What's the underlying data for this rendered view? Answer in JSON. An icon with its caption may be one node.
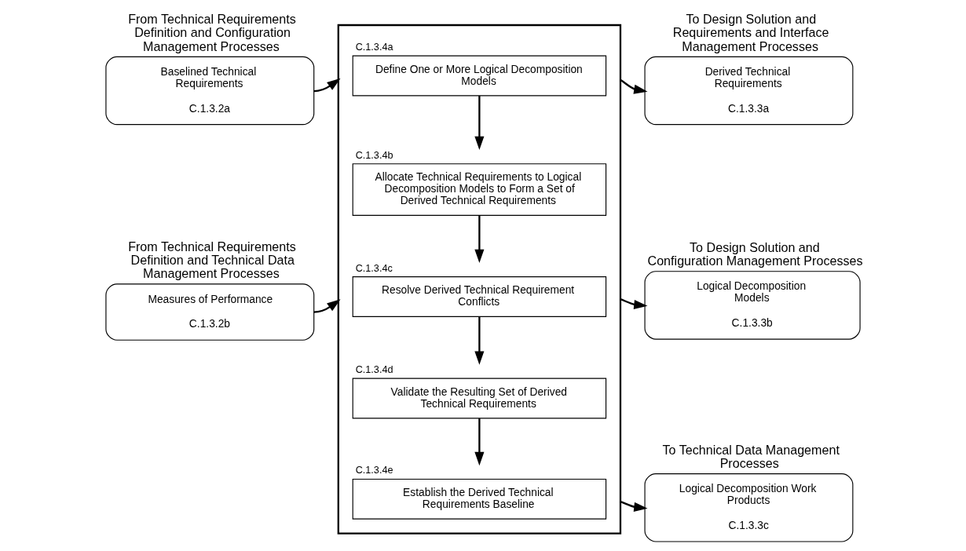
{
  "diagram": {
    "nodes": [
      {
        "text": [
          "From Technical Requirements Definition and Configuration Management Processes",
          "Baselined Technical Requirements",
          "C.1.3.2a"
        ]
      },
      {
        "text": [
          "From Technical Requirements Definition and Technical Data Management Processes",
          "Measures of Performance",
          "C.1.3.2b"
        ]
      },
      {
        "text": [],
        "shape": "box"
      },
      {
        "text": [
          "Define One or More Logical Decomposition Models"
        ],
        "in": 2,
        "beside": [
          "C.1.3.4a"
        ]
      },
      {
        "text": [
          "Allocate Technical Requirements to Logical Decomposition Models to Form a Set of Derived Technical Requirements"
        ],
        "in": 2,
        "beside": [
          "C.1.3.4b"
        ]
      },
      {
        "text": [
          "Resolve Derived Technical Requirement Conflicts"
        ],
        "in": 2,
        "beside": [
          "C.1.3.4c"
        ]
      },
      {
        "text": [
          "Validate the Resulting Set of Derived Technical Requirements"
        ],
        "in": 2,
        "beside": [
          "C.1.3.4d"
        ]
      },
      {
        "text": [
          "Establish the Derived Technical Requirements Baseline"
        ],
        "in": 2,
        "beside": [
          "C.1.3.4e"
        ]
      },
      {
        "text": [
          "To Design Solution and Requirements and Interface Management Processes",
          "Derived Technical Requirements",
          "C.1.3.3a"
        ]
      },
      {
        "text": [
          "To Design Solution and Configuration Management Processes",
          "Logical Decomposition Models",
          "C.1.3.3b"
        ]
      },
      {
        "text": [
          "To Technical Data Management Processes",
          "Logical Decomposition Work Products",
          "C.1.3.3c"
        ]
      }
    ],
    "edges": [
      {
        "from": 0,
        "to": 2,
        "arrow": "to"
      },
      {
        "from": 1,
        "to": 2,
        "arrow": "to"
      },
      {
        "from": 3,
        "to": 4,
        "arrow": "to"
      },
      {
        "from": 4,
        "to": 5,
        "arrow": "to"
      },
      {
        "from": 5,
        "to": 6,
        "arrow": "to"
      },
      {
        "from": 6,
        "to": 7,
        "arrow": "to"
      },
      {
        "from": 2,
        "to": 8,
        "arrow": "to"
      },
      {
        "from": 2,
        "to": 9,
        "arrow": "to"
      },
      {
        "from": 2,
        "to": 10,
        "arrow": "to"
      }
    ]
  }
}
